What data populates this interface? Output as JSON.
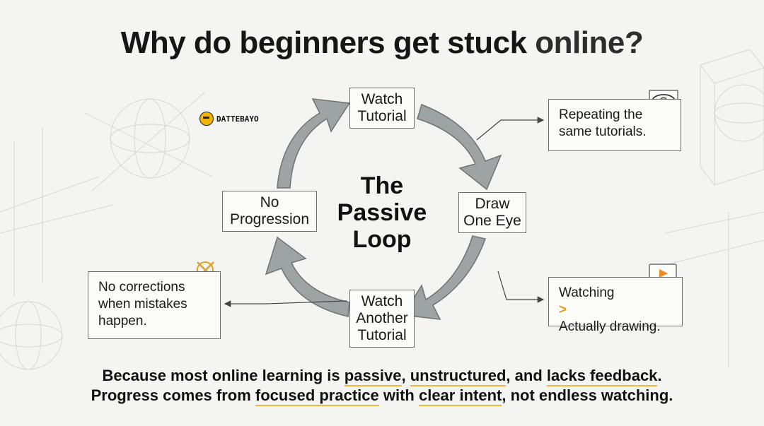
{
  "title": {
    "prefix": "Why do beginners get stuck ",
    "accent": "online?"
  },
  "brand": {
    "name": "DATTEBAYO"
  },
  "diagram": {
    "center": [
      "The",
      "Passive",
      "Loop"
    ],
    "nodes": {
      "watch_tutorial": [
        "Watch",
        "Tutorial"
      ],
      "draw_one_eye": [
        "Draw",
        "One Eye"
      ],
      "watch_another": [
        "Watch",
        "Another",
        "Tutorial"
      ],
      "no_progression": [
        "No",
        "Progression"
      ]
    },
    "notes": {
      "repeating": [
        "Repeating the",
        "same tutorials."
      ],
      "watching_pre": "Watching ",
      "watching_symbol": ">",
      "watching_post": "Actually drawing.",
      "no_corrections": [
        "No corrections",
        "when mistakes",
        "happen."
      ]
    },
    "icons": {
      "repeating": "eye-icon",
      "watching": "play-icon",
      "no_corrections": "x-mark-icon"
    },
    "colors": {
      "arrow": "#9ea3a3",
      "highlight": "#f2b63a",
      "brand": "#f0b400"
    }
  },
  "footer": {
    "line1": {
      "a": "Because most online learning is ",
      "h1": "passive",
      "b": ", ",
      "h2": "unstructured",
      "c": ", and ",
      "h3": "lacks feedback",
      "d": "."
    },
    "line2": {
      "a": "Progress comes from ",
      "h1": "focused practice",
      "b": " with ",
      "h2": "clear intent",
      "c": ", not endless watching."
    }
  }
}
